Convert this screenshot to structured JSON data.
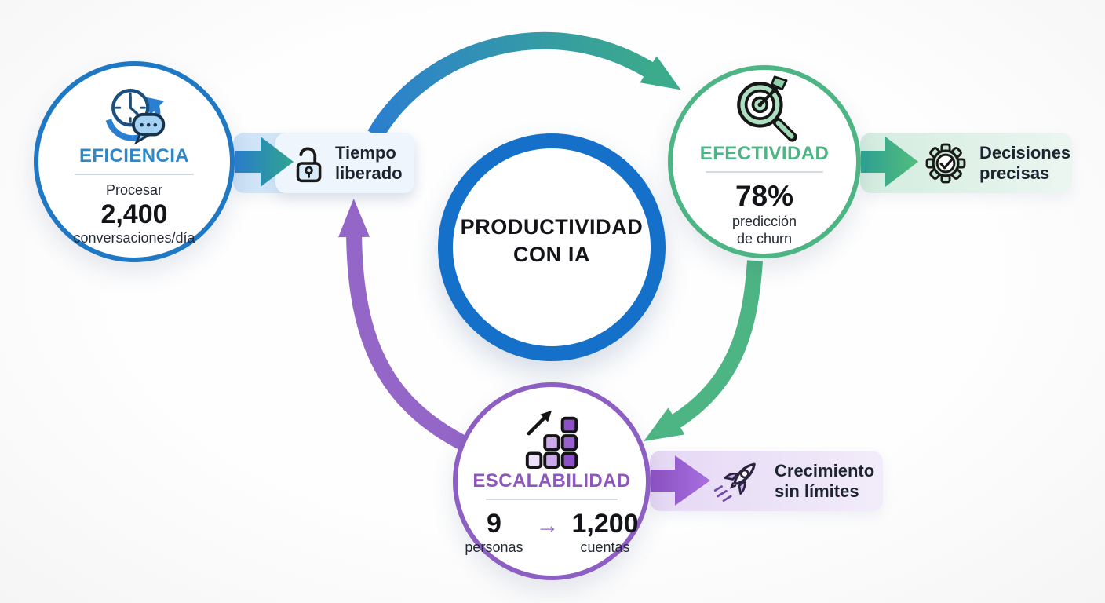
{
  "colors": {
    "blue": "#2d87c8",
    "blue-border": "#1e78c4",
    "center-blue": "#1470c9",
    "green": "#4db584",
    "purple": "#8f56bd",
    "purple-border": "#8e5fc2",
    "arc-purple": "#9466c8"
  },
  "center": {
    "line1": "PRODUCTIVIDAD",
    "line2": "CON IA"
  },
  "nodes": {
    "eficiencia": {
      "title": "EFICIENCIA",
      "stat_prefix": "Procesar",
      "stat_value": "2,400",
      "stat_suffix": "conversaciones/día",
      "outcome": {
        "line1": "Tiempo",
        "line2": "liberado"
      }
    },
    "efectividad": {
      "title": "EFECTIVIDAD",
      "stat_value": "78%",
      "stat_line1": "predicción",
      "stat_line2": "de churn",
      "outcome": {
        "line1": "Decisiones",
        "line2": "precisas"
      }
    },
    "escalabilidad": {
      "title": "ESCALABILIDAD",
      "from_value": "9",
      "from_label": "personas",
      "arrow": "→",
      "to_value": "1,200",
      "to_label": "cuentas",
      "outcome": {
        "line1": "Crecimiento",
        "line2": "sin límites"
      }
    }
  },
  "icons": {
    "eficiencia": "clock-refresh-chat-icon",
    "tiempo_liberado": "unlock-icon",
    "efectividad": "target-arrow-magnifier-icon",
    "decisiones_precisas": "gear-check-icon",
    "escalabilidad": "growth-squares-arrow-icon",
    "crecimiento": "rocket-icon"
  }
}
